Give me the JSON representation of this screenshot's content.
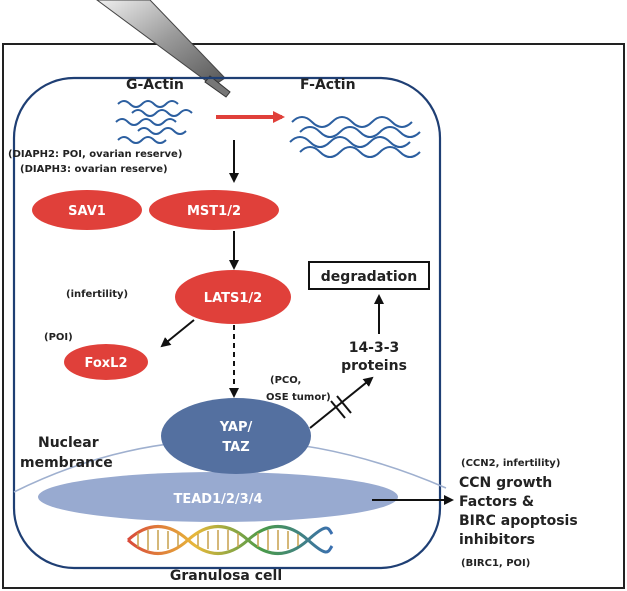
{
  "actin": {
    "g_actin": "G-Actin",
    "f_actin": "F-Actin"
  },
  "diaph": {
    "line1": "(DIAPH2: POI, ovarian reserve)",
    "line2": "(DIAPH3: ovarian reserve)"
  },
  "nodes": {
    "sav1": "SAV1",
    "mst": "MST1/2",
    "lats": "LATS1/2",
    "foxl2": "FoxL2",
    "yap_line1": "YAP/",
    "yap_line2": "TAZ",
    "tead": "TEAD1/2/3/4"
  },
  "notes": {
    "lats_infertility": "(infertility)",
    "foxl2_poi": "(POI)",
    "yap_pco_line1": "(PCO,",
    "yap_pco_line2": "OSE tumor)",
    "nuclear_line1": "Nuclear",
    "nuclear_line2": "membrance",
    "cell_label": "Granulosa cell"
  },
  "degradation": {
    "box": "degradation",
    "proteins_line1": "14-3-3",
    "proteins_line2": "proteins"
  },
  "outputs": {
    "top_note": "(CCN2, infertility)",
    "line1": "CCN growth",
    "line2": "Factors &",
    "line3": "BIRC apoptosis",
    "line4": "inhibitors",
    "bottom_note": "(BIRC1, POI)"
  },
  "colors": {
    "red_node": "#e0403a",
    "blue_node": "#5470a0",
    "tead_node": "#98aad0",
    "cell_border": "#1f3f74",
    "wave": "#2c5fa0",
    "arrow_red": "#e0403a"
  }
}
